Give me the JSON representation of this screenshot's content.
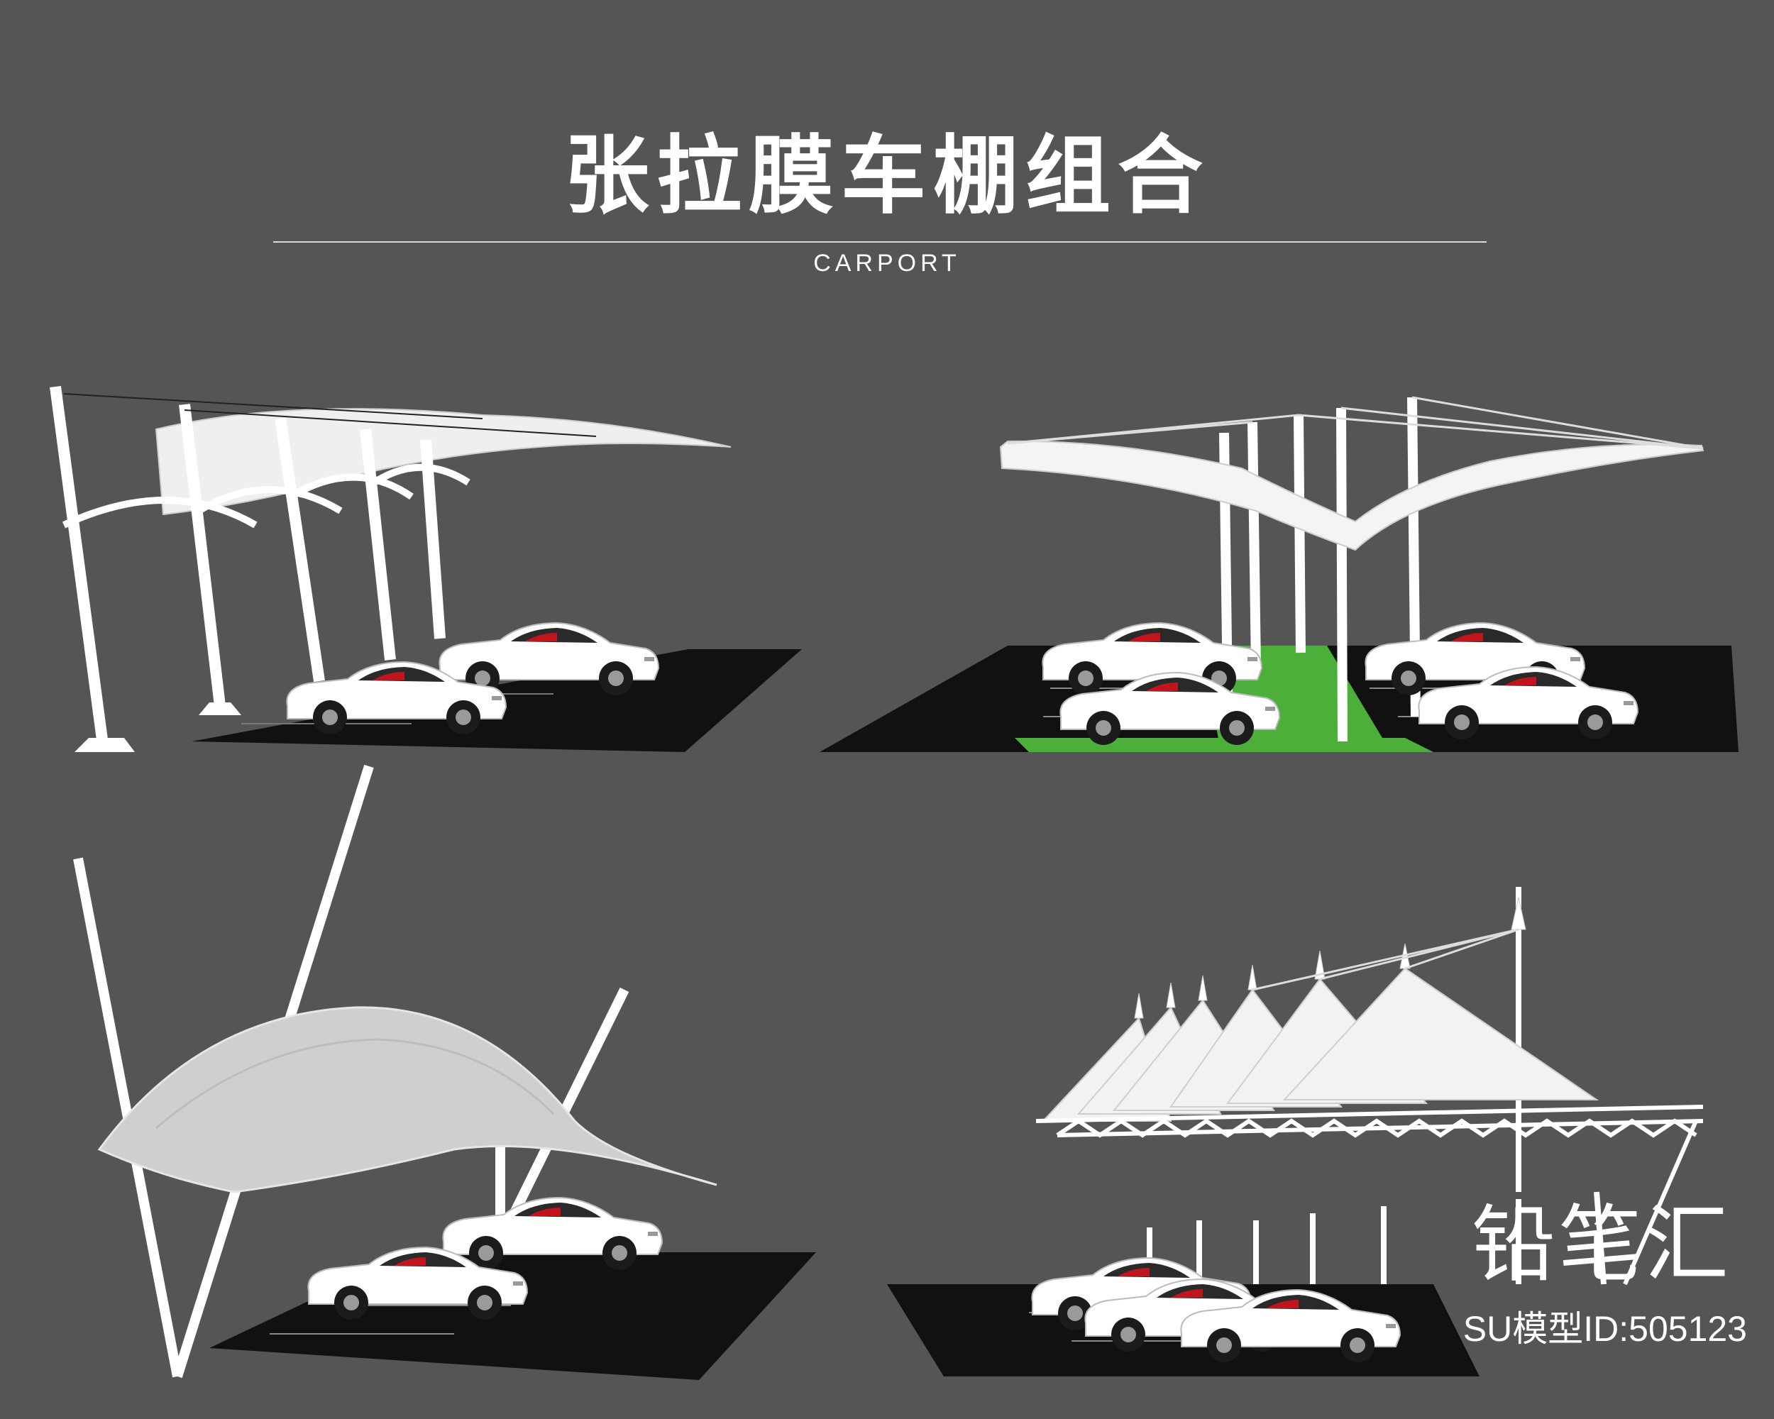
{
  "header": {
    "title": "张拉膜车棚组合",
    "subtitle": "CARPORT"
  },
  "scenes": [
    {
      "name": "arched-membrane-carport"
    },
    {
      "name": "butterfly-membrane-carport"
    },
    {
      "name": "mast-cable-membrane-carport"
    },
    {
      "name": "cone-tent-carport"
    }
  ],
  "watermark": {
    "logo_text": "铅笔汇",
    "model_id": "SU模型ID:505123"
  },
  "colors": {
    "background": "#555555",
    "membrane": "#f2f2f2",
    "structure": "#ffffff",
    "ground": "#111111",
    "grass": "#4caf3a",
    "car_interior": "#c0151c"
  }
}
